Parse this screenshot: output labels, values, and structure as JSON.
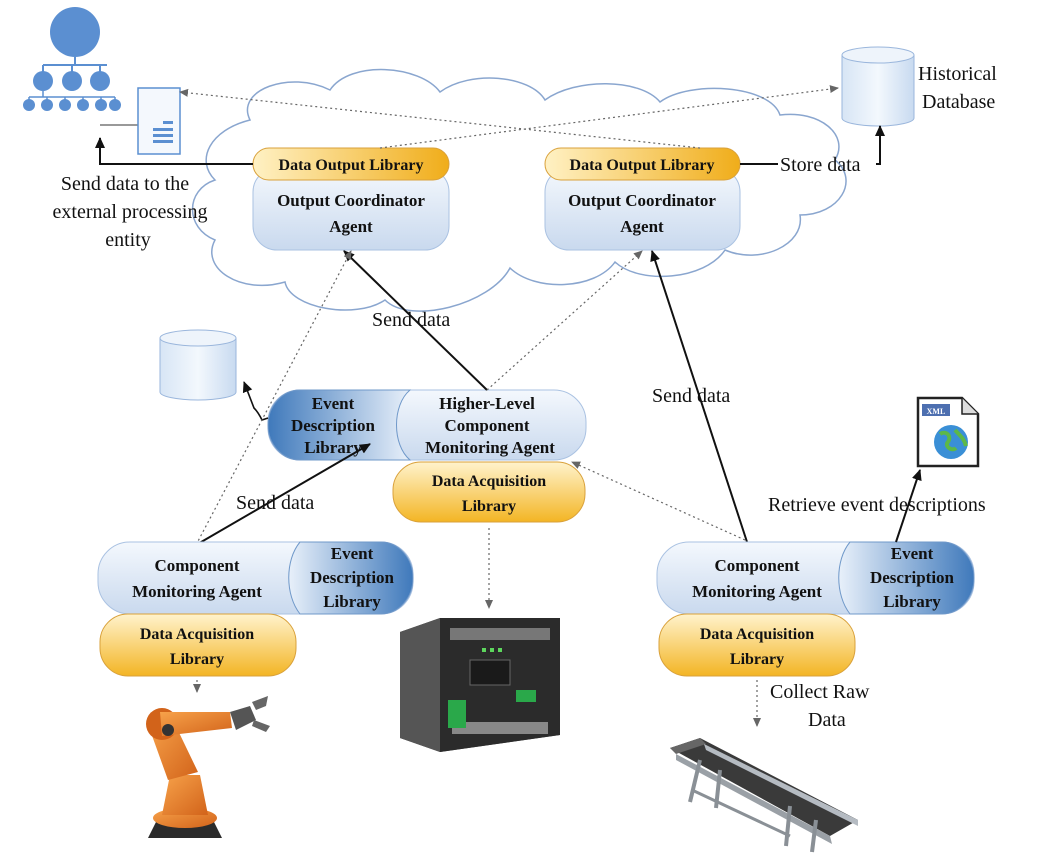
{
  "external_label": [
    "Send data to the",
    "external processing",
    "entity"
  ],
  "historical_db_label": [
    "Historical",
    "Database"
  ],
  "store_data": "Store data",
  "output_left": {
    "library": "Data Output Library",
    "agent": [
      "Output Coordinator",
      "Agent"
    ]
  },
  "output_right": {
    "library": "Data Output Library",
    "agent": [
      "Output Coordinator",
      "Agent"
    ]
  },
  "send_data_cloud": "Send data",
  "send_data_right": "Send data",
  "send_data_left": "Send data",
  "higher_level": {
    "event_lib": [
      "Event",
      "Description",
      "Library"
    ],
    "agent": [
      "Higher-Level",
      "Component",
      "Monitoring Agent"
    ],
    "acq": [
      "Data Acquisition",
      "Library"
    ]
  },
  "left_agent": {
    "agent": [
      "Component",
      "Monitoring Agent"
    ],
    "event_lib": [
      "Event",
      "Description",
      "Library"
    ],
    "acq": [
      "Data Acquisition",
      "Library"
    ]
  },
  "right_agent": {
    "agent": [
      "Component",
      "Monitoring Agent"
    ],
    "event_lib": [
      "Event",
      "Description",
      "Library"
    ],
    "acq": [
      "Data Acquisition",
      "Library"
    ]
  },
  "retrieve": "Retrieve event descriptions",
  "collect_raw": [
    "Collect Raw",
    "Data"
  ],
  "xml_badge": "XML"
}
